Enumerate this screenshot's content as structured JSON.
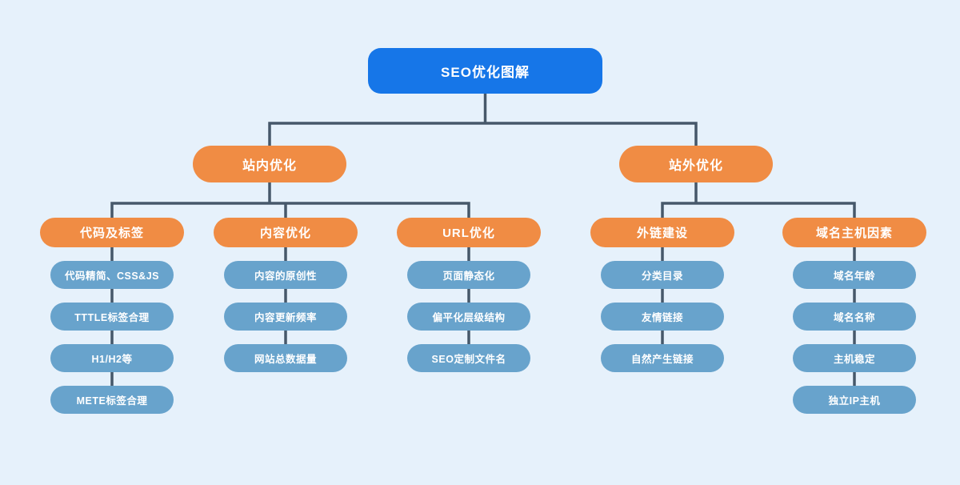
{
  "diagram": {
    "root": {
      "label": "SEO优化图解"
    },
    "branches": [
      {
        "label": "站内优化"
      },
      {
        "label": "站外优化"
      }
    ],
    "groups": [
      {
        "title": "代码及标签",
        "items": [
          "代码精简、CSS&JS",
          "TTTLE标签合理",
          "H1/H2等",
          "METE标签合理"
        ]
      },
      {
        "title": "内容优化",
        "items": [
          "内容的原创性",
          "内容更新频率",
          "网站总数据量"
        ]
      },
      {
        "title": "URL优化",
        "items": [
          "页面静态化",
          "偏平化层级结构",
          "SEO定制文件名"
        ]
      },
      {
        "title": "外链建设",
        "items": [
          "分类目录",
          "友情链接",
          "自然产生链接"
        ]
      },
      {
        "title": "域名主机因素",
        "items": [
          "域名年龄",
          "域名名称",
          "主机稳定",
          "独立IP主机"
        ]
      }
    ]
  },
  "colors": {
    "background": "#e6f1fb",
    "root-fill": "#1676e8",
    "category-fill": "#f08c44",
    "item-fill": "#68a3cc",
    "connector": "#46586a",
    "text": "#ffffff"
  }
}
